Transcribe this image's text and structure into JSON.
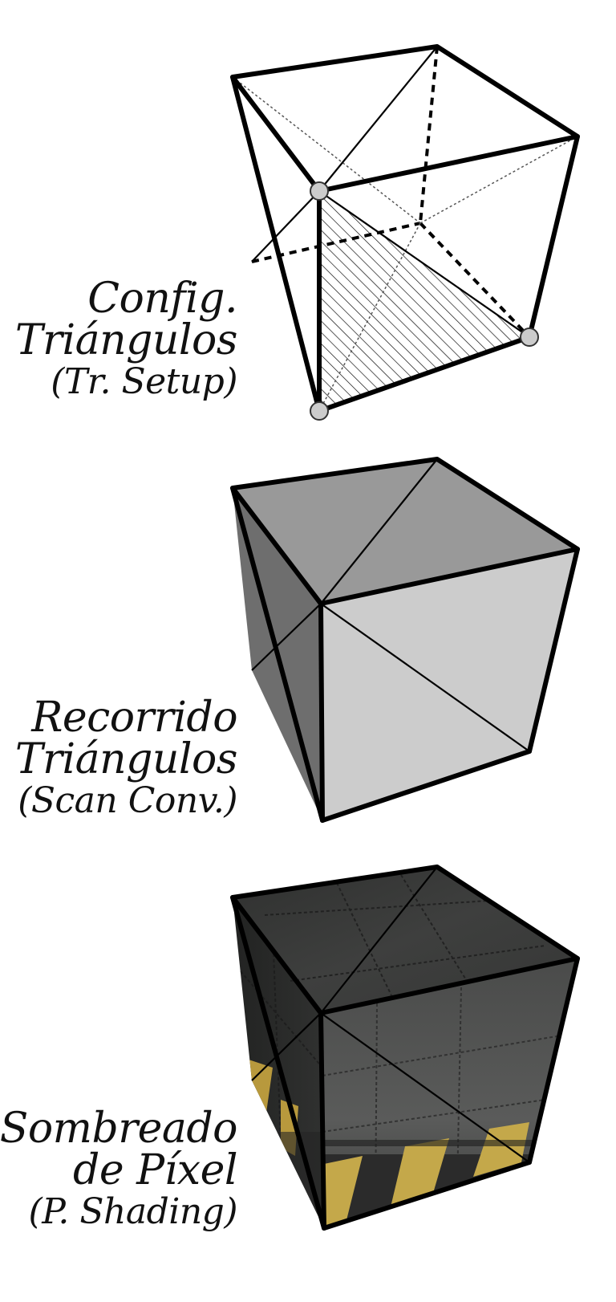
{
  "stages": [
    {
      "line1": "Config.",
      "line2": "Triángulos",
      "line3": "(Tr. Setup)"
    },
    {
      "line1": "Recorrido",
      "line2": "Triángulos",
      "line3": "(Scan Conv.)"
    },
    {
      "line1": "Sombreado",
      "line2": "de Píxel",
      "line3": "(P. Shading)"
    }
  ],
  "colors": {
    "edge": "#000000",
    "vertex_fill": "#cccccc",
    "face_top_gray": "#999999",
    "face_left_gray": "#6e6e6e",
    "face_front_gray": "#cccccc",
    "texture_dark": "#3a3b3a",
    "texture_yellow": "#c4a84a"
  }
}
